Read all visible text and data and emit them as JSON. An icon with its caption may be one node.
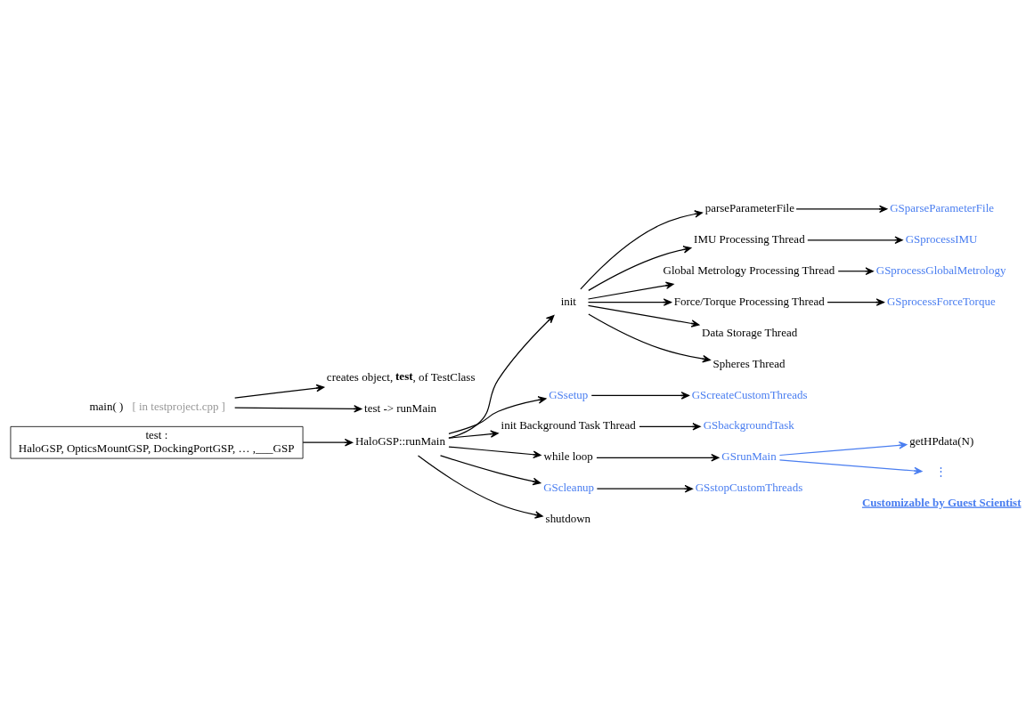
{
  "diagram": {
    "nodes": [
      {
        "text": [
          "main( )"
        ],
        "beside": [
          "[ in testproject.cpp ]"
        ]
      },
      {
        "text": [
          "creates object, **test**, of TestClass"
        ]
      },
      {
        "text": [
          "test -> runMain"
        ]
      },
      {
        "text": [
          "test :",
          "HaloGSP, OpticsMountGSP, DockingPortGSP, … ,___GSP"
        ]
      },
      {
        "text": [
          "HaloGSP::runMain"
        ]
      },
      {
        "text": [
          "init"
        ]
      },
      {
        "text": [
          "parseParameterFile"
        ]
      },
      {
        "text": [
          "GSparseParameterFile"
        ]
      },
      {
        "text": [
          "IMU Processing Thread"
        ]
      },
      {
        "text": [
          "GSprocessIMU"
        ]
      },
      {
        "text": [
          "Global Metrology Processing Thread"
        ]
      },
      {
        "text": [
          "GSprocessGlobalMetrology"
        ]
      },
      {
        "text": [
          "Force/Torque Processing Thread"
        ]
      },
      {
        "text": [
          "GSprocessForceTorque"
        ]
      },
      {
        "text": [
          "Data Storage Thread"
        ]
      },
      {
        "text": [
          "Spheres Thread"
        ]
      },
      {
        "text": [
          "GSsetup"
        ]
      },
      {
        "text": [
          "GScreateCustomThreads"
        ]
      },
      {
        "text": [
          "init Background Task Thread"
        ]
      },
      {
        "text": [
          "GSbackgroundTask"
        ]
      },
      {
        "text": [
          "while loop"
        ]
      },
      {
        "text": [
          "GSrunMain"
        ]
      },
      {
        "text": [
          "getHPdata(N)"
        ]
      },
      {
        "text": [
          "⋮"
        ]
      },
      {
        "text": [
          "GScleanup"
        ]
      },
      {
        "text": [
          "GSstopCustomThreads"
        ]
      },
      {
        "text": [
          "shutdown"
        ]
      }
    ],
    "edges": [
      {
        "from": 0,
        "to": 1,
        "arrow": "to"
      },
      {
        "from": 0,
        "to": 2,
        "arrow": "to"
      },
      {
        "from": 3,
        "to": 4,
        "arrow": "to"
      },
      {
        "from": 4,
        "to": 5,
        "arrow": "to"
      },
      {
        "from": 5,
        "to": 6,
        "arrow": "to"
      },
      {
        "from": 6,
        "to": 7,
        "arrow": "to"
      },
      {
        "from": 5,
        "to": 8,
        "arrow": "to"
      },
      {
        "from": 8,
        "to": 9,
        "arrow": "to"
      },
      {
        "from": 5,
        "to": 10,
        "arrow": "to"
      },
      {
        "from": 10,
        "to": 11,
        "arrow": "to"
      },
      {
        "from": 5,
        "to": 12,
        "arrow": "to"
      },
      {
        "from": 12,
        "to": 13,
        "arrow": "to"
      },
      {
        "from": 5,
        "to": 14,
        "arrow": "to"
      },
      {
        "from": 5,
        "to": 15,
        "arrow": "to"
      },
      {
        "from": 4,
        "to": 16,
        "arrow": "to"
      },
      {
        "from": 16,
        "to": 17,
        "arrow": "to"
      },
      {
        "from": 4,
        "to": 18,
        "arrow": "to"
      },
      {
        "from": 18,
        "to": 19,
        "arrow": "to"
      },
      {
        "from": 4,
        "to": 20,
        "arrow": "to"
      },
      {
        "from": 20,
        "to": 21,
        "arrow": "to"
      },
      {
        "from": 21,
        "to": 22,
        "arrow": "to",
        "color": "#4a7ef0"
      },
      {
        "from": 21,
        "to": 23,
        "arrow": "to",
        "color": "#4a7ef0"
      },
      {
        "from": 4,
        "to": 24,
        "arrow": "to"
      },
      {
        "from": 24,
        "to": 25,
        "arrow": "to"
      },
      {
        "from": 4,
        "to": 26,
        "arrow": "to"
      }
    ],
    "labels": [
      "Customizable by Guest Scientist"
    ]
  }
}
